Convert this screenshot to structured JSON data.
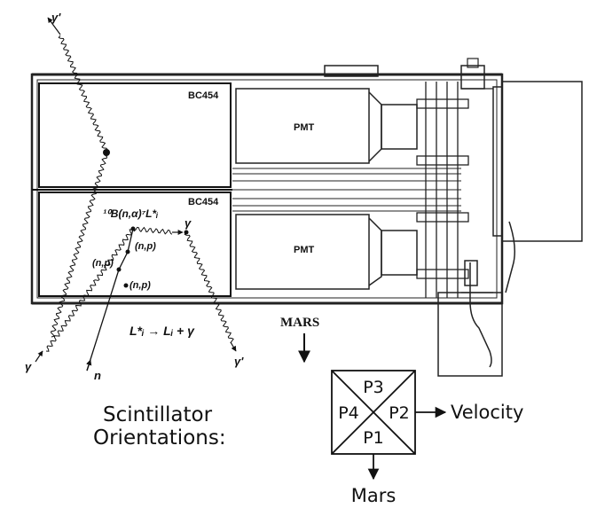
{
  "detector": {
    "scintillator_top_label": "BC454",
    "scintillator_bottom_label": "BC454",
    "pmt_top_label": "PMT",
    "pmt_bottom_label": "PMT"
  },
  "particles": {
    "gamma_prime_top": "γ'",
    "gamma_prime_bottom": "γ'",
    "gamma_in": "γ",
    "gamma_out": "γ",
    "neutron": "n"
  },
  "reaction": {
    "capture_label": "¹⁰B(n,α)⁷L*ᵢ",
    "np_1": "(n,p)",
    "np_2": "(n,p)",
    "np_3": "(n,p)",
    "decay_equation": "L*ᵢ → Lᵢ + γ"
  },
  "mars_arrow_label": "MARS",
  "orientation": {
    "title_line1": "Scintillator",
    "title_line2": "Orientations:",
    "panels": {
      "top": "P3",
      "left": "P4",
      "right": "P2",
      "bottom": "P1"
    },
    "velocity_label": "Velocity",
    "mars_label": "Mars"
  }
}
